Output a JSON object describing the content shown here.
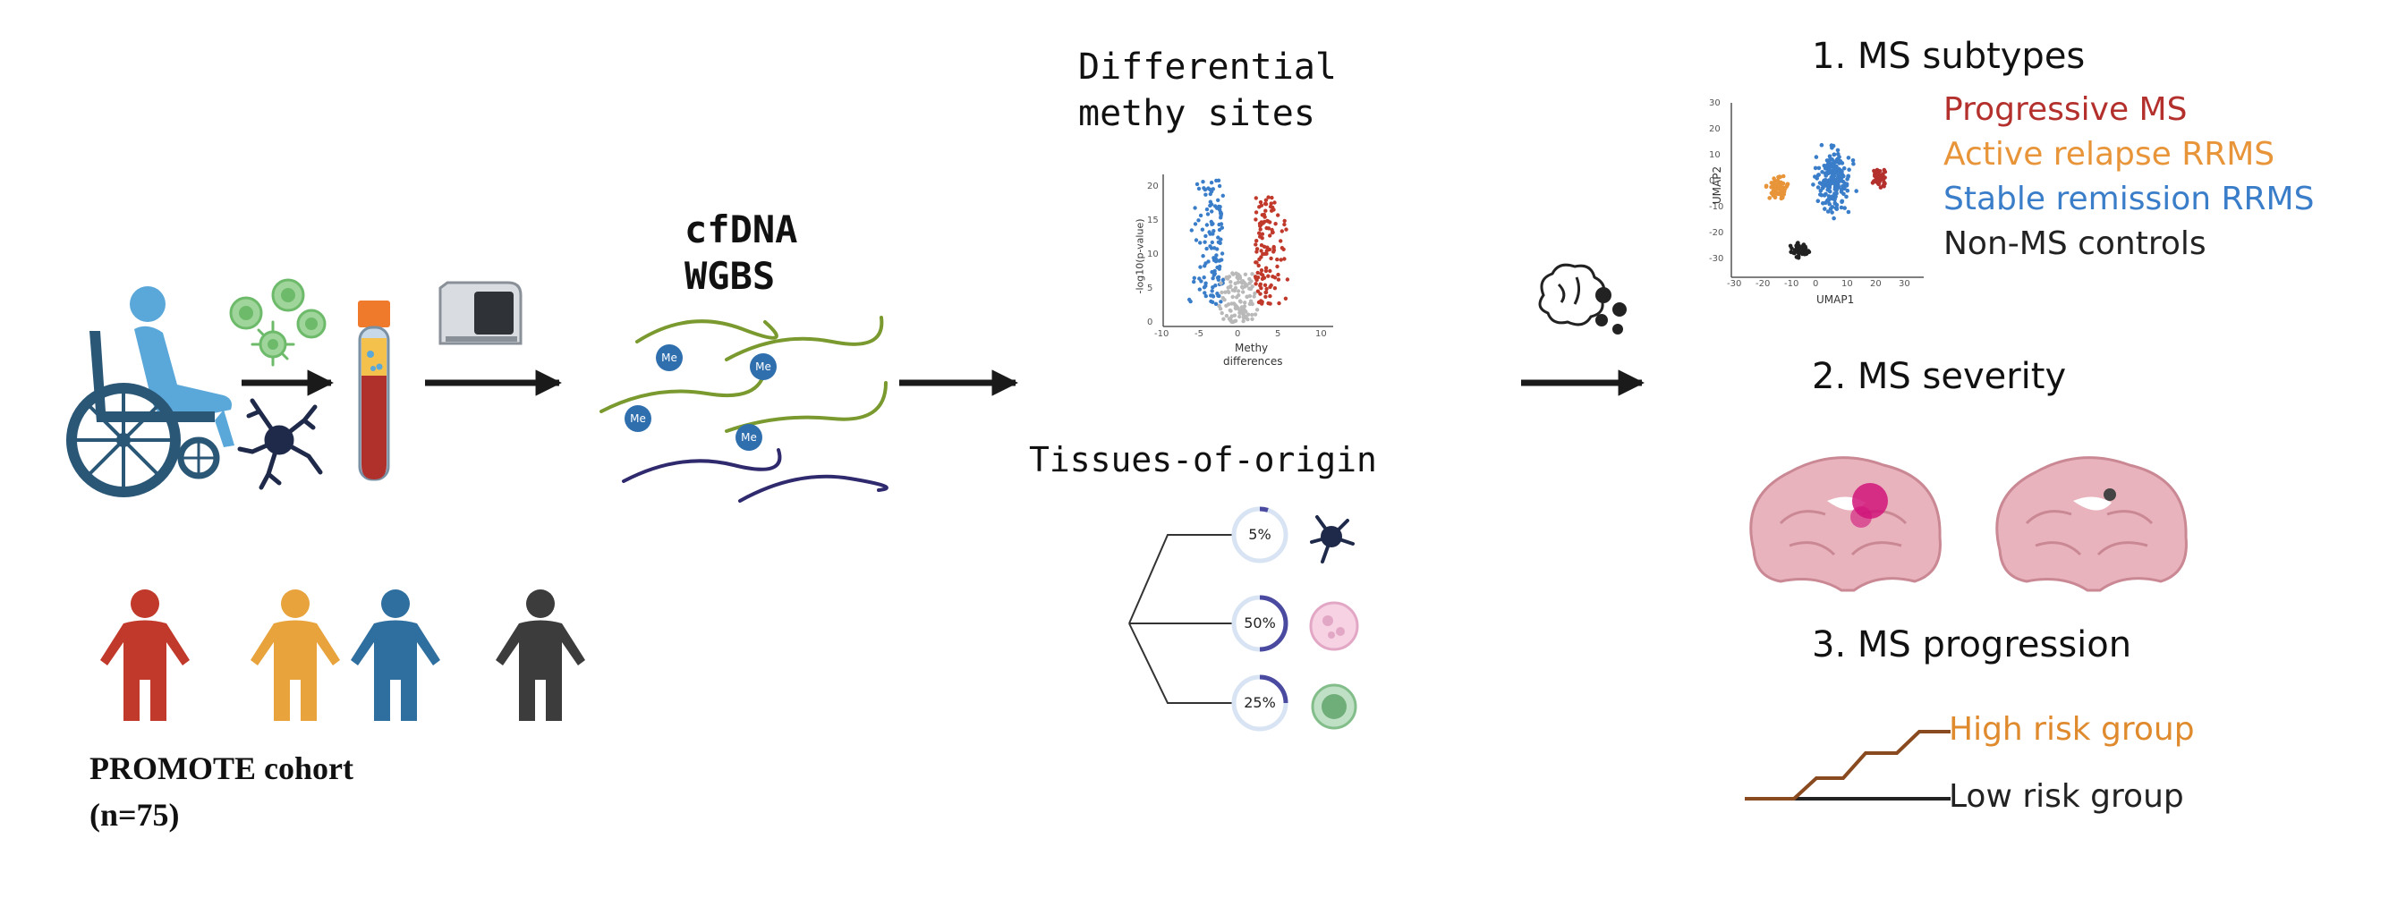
{
  "cohort": {
    "name": "PROMOTE cohort",
    "size": "(n=75)",
    "figure_colors": [
      "#c0392b",
      "#e8a33d",
      "#2f6f9f",
      "#3c3c3c"
    ]
  },
  "wgbs": {
    "line1": "cfDNA",
    "line2": "WGBS",
    "me_label": "Me"
  },
  "dms": {
    "line1": "Differential",
    "line2": "methy sites",
    "volcano": {
      "x_label_1": "Methy",
      "x_label_2": "differences",
      "y_label": "-log10(p-value)",
      "x_ticks": [
        "-10",
        "-5",
        "0",
        "5",
        "10"
      ],
      "y_ticks": [
        "0",
        "5",
        "10",
        "15",
        "20"
      ],
      "colors": {
        "up": "#c0392b",
        "down": "#3a7dc9",
        "ns": "#b9b9b9"
      }
    }
  },
  "tissues": {
    "title": "Tissues-of-origin",
    "items": [
      {
        "pct": "5%",
        "value": 5,
        "icon": "microglia-cell-icon"
      },
      {
        "pct": "50%",
        "value": 50,
        "icon": "neutrophil-cell-icon"
      },
      {
        "pct": "25%",
        "value": 25,
        "icon": "lymphocyte-cell-icon"
      }
    ]
  },
  "outputs": {
    "subtypes": {
      "title": "1. MS subtypes",
      "legend": [
        {
          "label": "Progressive MS",
          "color": "#b3302d"
        },
        {
          "label": "Active relapse RRMS",
          "color": "#e8953a"
        },
        {
          "label": "Stable remission RRMS",
          "color": "#3a7dc9"
        },
        {
          "label": "Non-MS controls",
          "color": "#222222"
        }
      ],
      "umap": {
        "xlabel": "UMAP1",
        "ylabel": "UMAP2",
        "x_ticks": [
          "-30",
          "-20",
          "-10",
          "0",
          "10",
          "20",
          "30"
        ],
        "y_ticks": [
          "30",
          "20",
          "10",
          "0",
          "-10",
          "-20",
          "-30"
        ]
      }
    },
    "severity": {
      "title": "2. MS severity"
    },
    "progression": {
      "title": "3. MS progression",
      "high": {
        "label": "High risk group",
        "color": "#e08a2e"
      },
      "low": {
        "label": "Low risk group",
        "color": "#222222"
      }
    }
  }
}
